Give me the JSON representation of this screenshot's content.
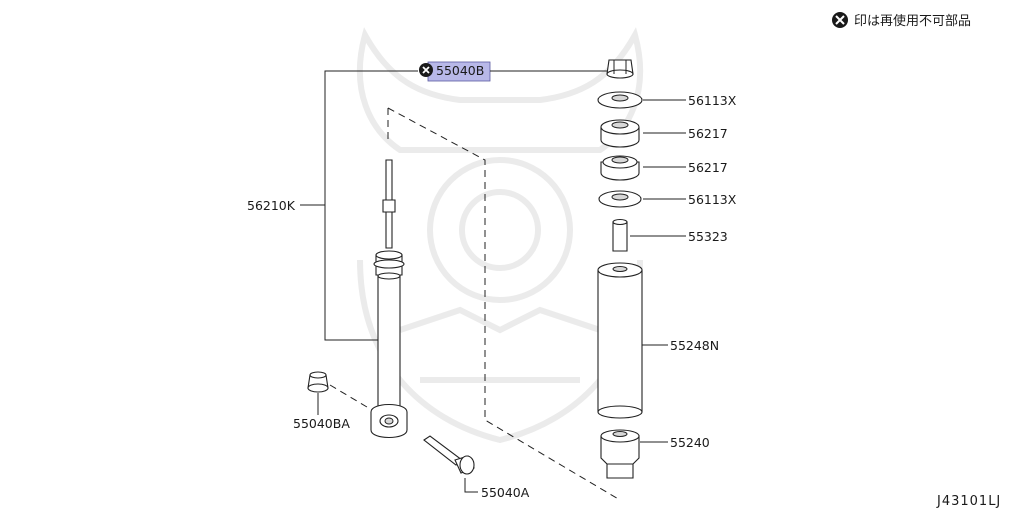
{
  "legend": {
    "icon": "x-circle-icon",
    "text": "印は再使用不可部品"
  },
  "diagram_code": "J43101LJ",
  "highlight_color": "#b8b8e8",
  "parts": [
    {
      "id": "55040B",
      "label": "55040B",
      "non_reusable": true,
      "selected": true
    },
    {
      "id": "56113X_top",
      "label": "56113X"
    },
    {
      "id": "56217_top",
      "label": "56217"
    },
    {
      "id": "56217_bottom",
      "label": "56217"
    },
    {
      "id": "56113X_bottom",
      "label": "56113X"
    },
    {
      "id": "55323",
      "label": "55323"
    },
    {
      "id": "56210K",
      "label": "56210K"
    },
    {
      "id": "55248N",
      "label": "55248N"
    },
    {
      "id": "55040BA",
      "label": "55040BA"
    },
    {
      "id": "55240",
      "label": "55240"
    },
    {
      "id": "55040A",
      "label": "55040A"
    }
  ]
}
